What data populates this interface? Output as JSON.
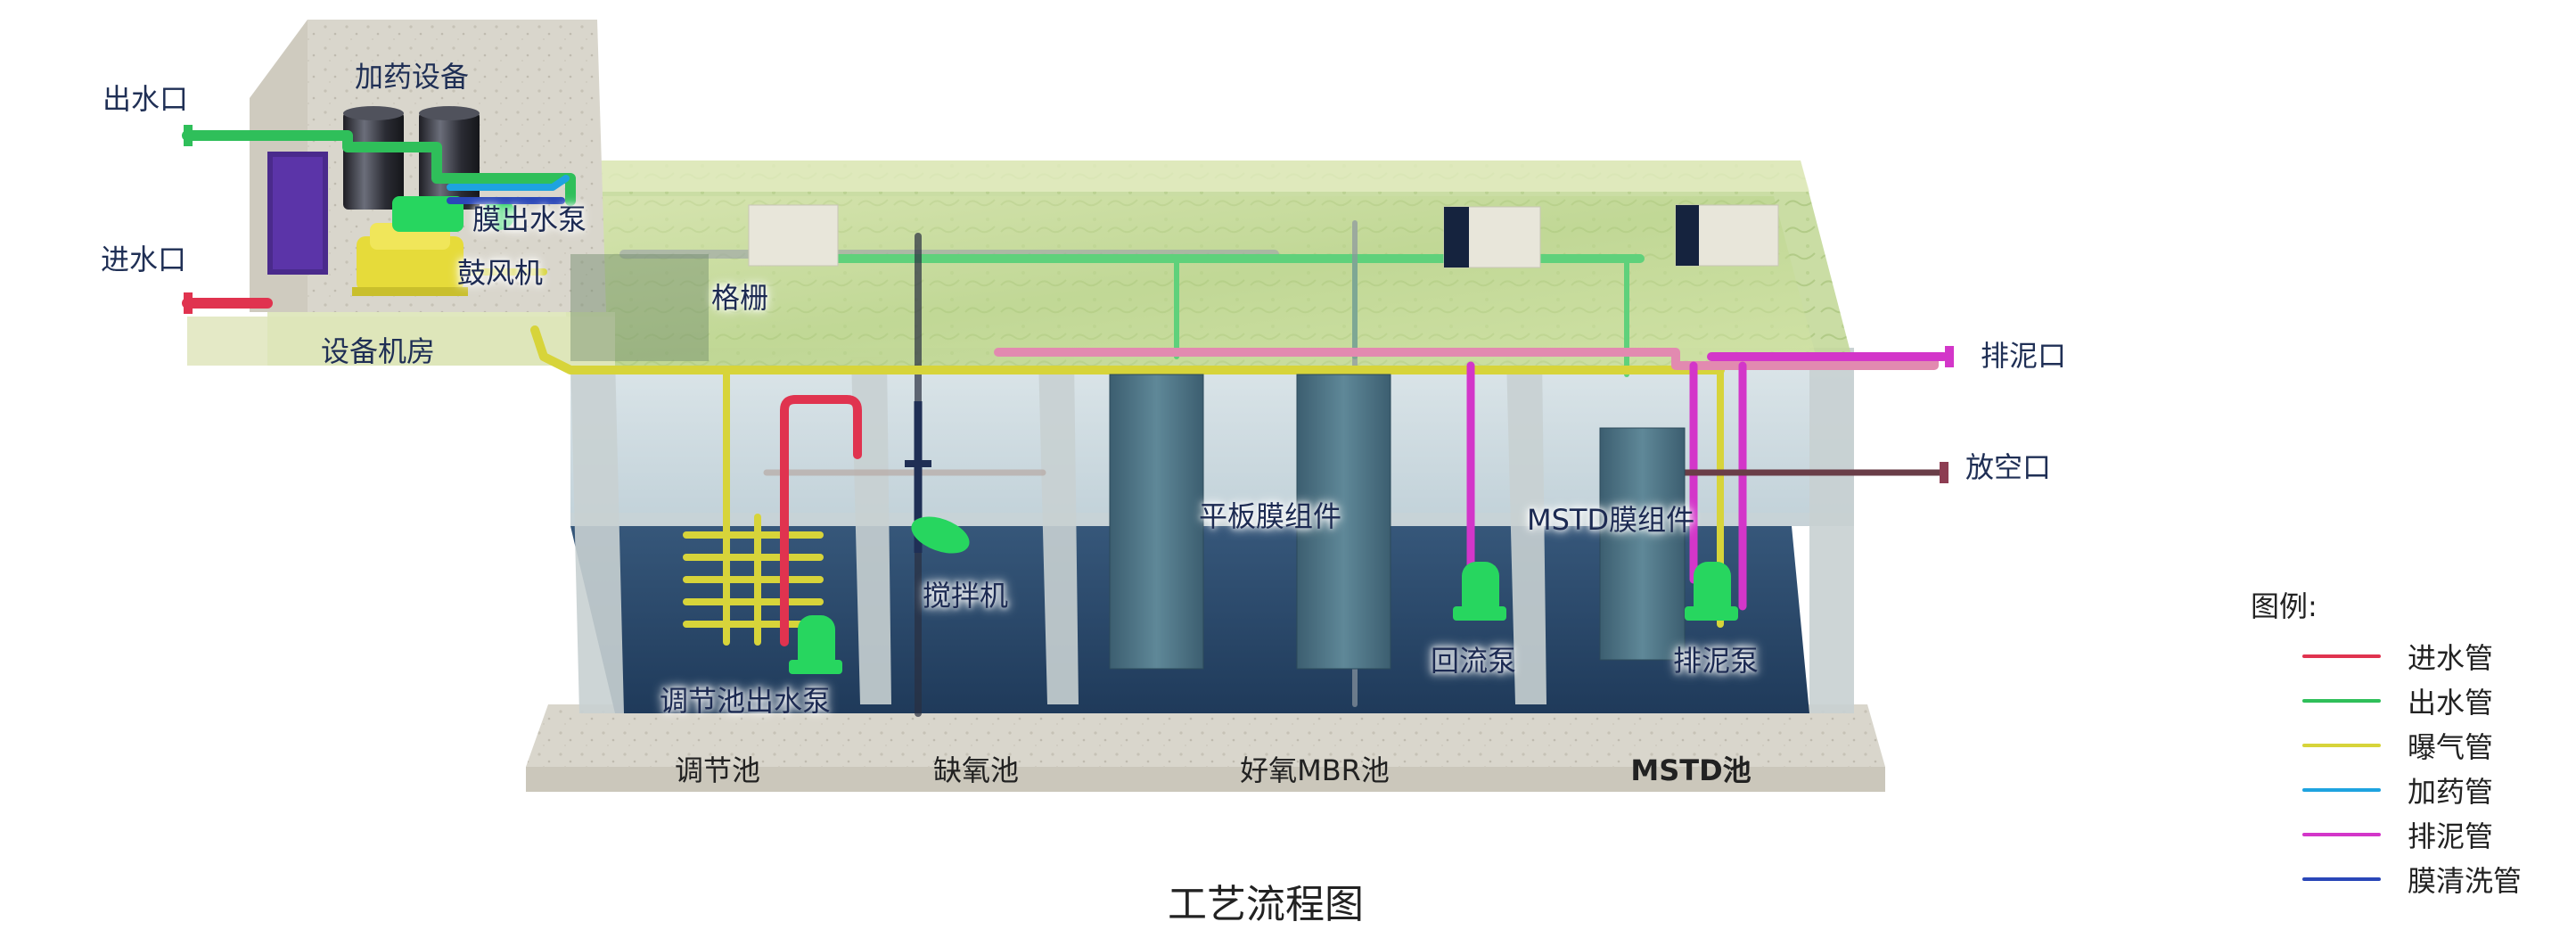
{
  "title": "工艺流程图",
  "labels": {
    "outlet": "出水口",
    "inlet": "进水口",
    "dosing": "加药设备",
    "membrane_pump": "膜出水泵",
    "blower": "鼓风机",
    "room": "设备机房",
    "grille": "格栅",
    "sludge_outlet": "排泥口",
    "drain": "放空口",
    "mixer": "搅拌机",
    "flat_membrane": "平板膜组件",
    "mstd_membrane": "MSTD膜组件",
    "return_pump": "回流泵",
    "sludge_pump": "排泥泵",
    "reg_pump": "调节池出水泵"
  },
  "basins": [
    {
      "name": "调节池",
      "bold": false
    },
    {
      "name": "缺氧池",
      "bold": false
    },
    {
      "name": "好氧MBR池",
      "bold": false
    },
    {
      "name": "MSTD池",
      "bold": true
    }
  ],
  "legend": {
    "title": "图例:",
    "items": [
      {
        "label": "进水管",
        "color": "#e0334f"
      },
      {
        "label": "出水管",
        "color": "#2fbf5a"
      },
      {
        "label": "曝气管",
        "color": "#d7d43a"
      },
      {
        "label": "加药管",
        "color": "#1ea3e0"
      },
      {
        "label": "排泥管",
        "color": "#d336c9"
      },
      {
        "label": "膜清洗管",
        "color": "#2a47b8"
      }
    ]
  },
  "colors": {
    "inlet_pipe": "#e0334f",
    "outlet_pipe": "#2fbf5a",
    "aeration_pipe": "#d7d43a",
    "dosing_pipe": "#1ea3e0",
    "sludge_pipe": "#d336c9",
    "cleaning_pipe": "#2a47b8",
    "pump": "#27d65f",
    "water": "#2f4d6a"
  }
}
